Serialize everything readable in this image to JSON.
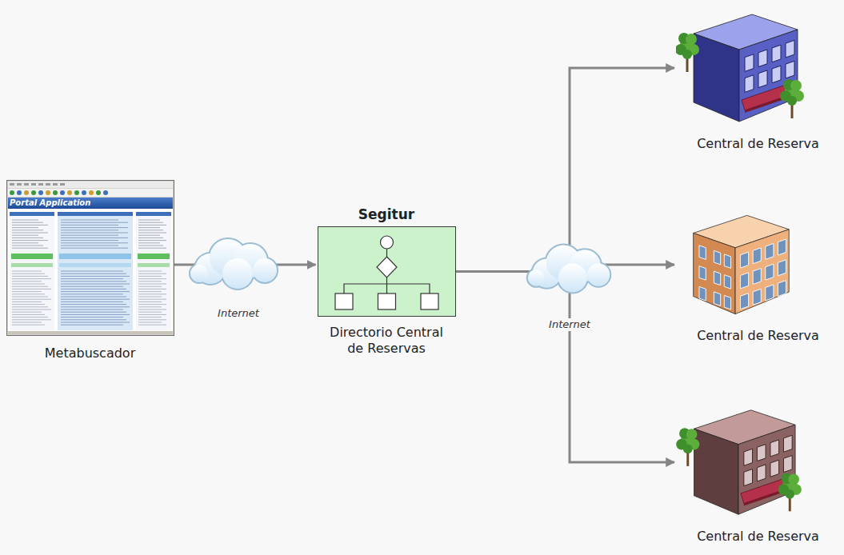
{
  "diagram": {
    "nodes": [
      {
        "text": [
          "Metabuscador"
        ]
      },
      {
        "text": [
          "Segitur",
          "Directorio Central de Reservas"
        ]
      },
      {
        "text": [
          "Central de Reserva"
        ]
      },
      {
        "text": [
          "Central de Reserva"
        ]
      },
      {
        "text": [
          "Central de Reserva"
        ]
      }
    ],
    "edges": [
      {
        "from": 0,
        "to": 1,
        "arrow": "to"
      },
      {
        "from": 1,
        "to": 2,
        "arrow": "to"
      },
      {
        "from": 1,
        "to": 3,
        "arrow": "to"
      },
      {
        "from": 1,
        "to": 4,
        "arrow": "to"
      }
    ],
    "labels": [
      "Portal Application",
      "Internet",
      "Internet"
    ]
  }
}
